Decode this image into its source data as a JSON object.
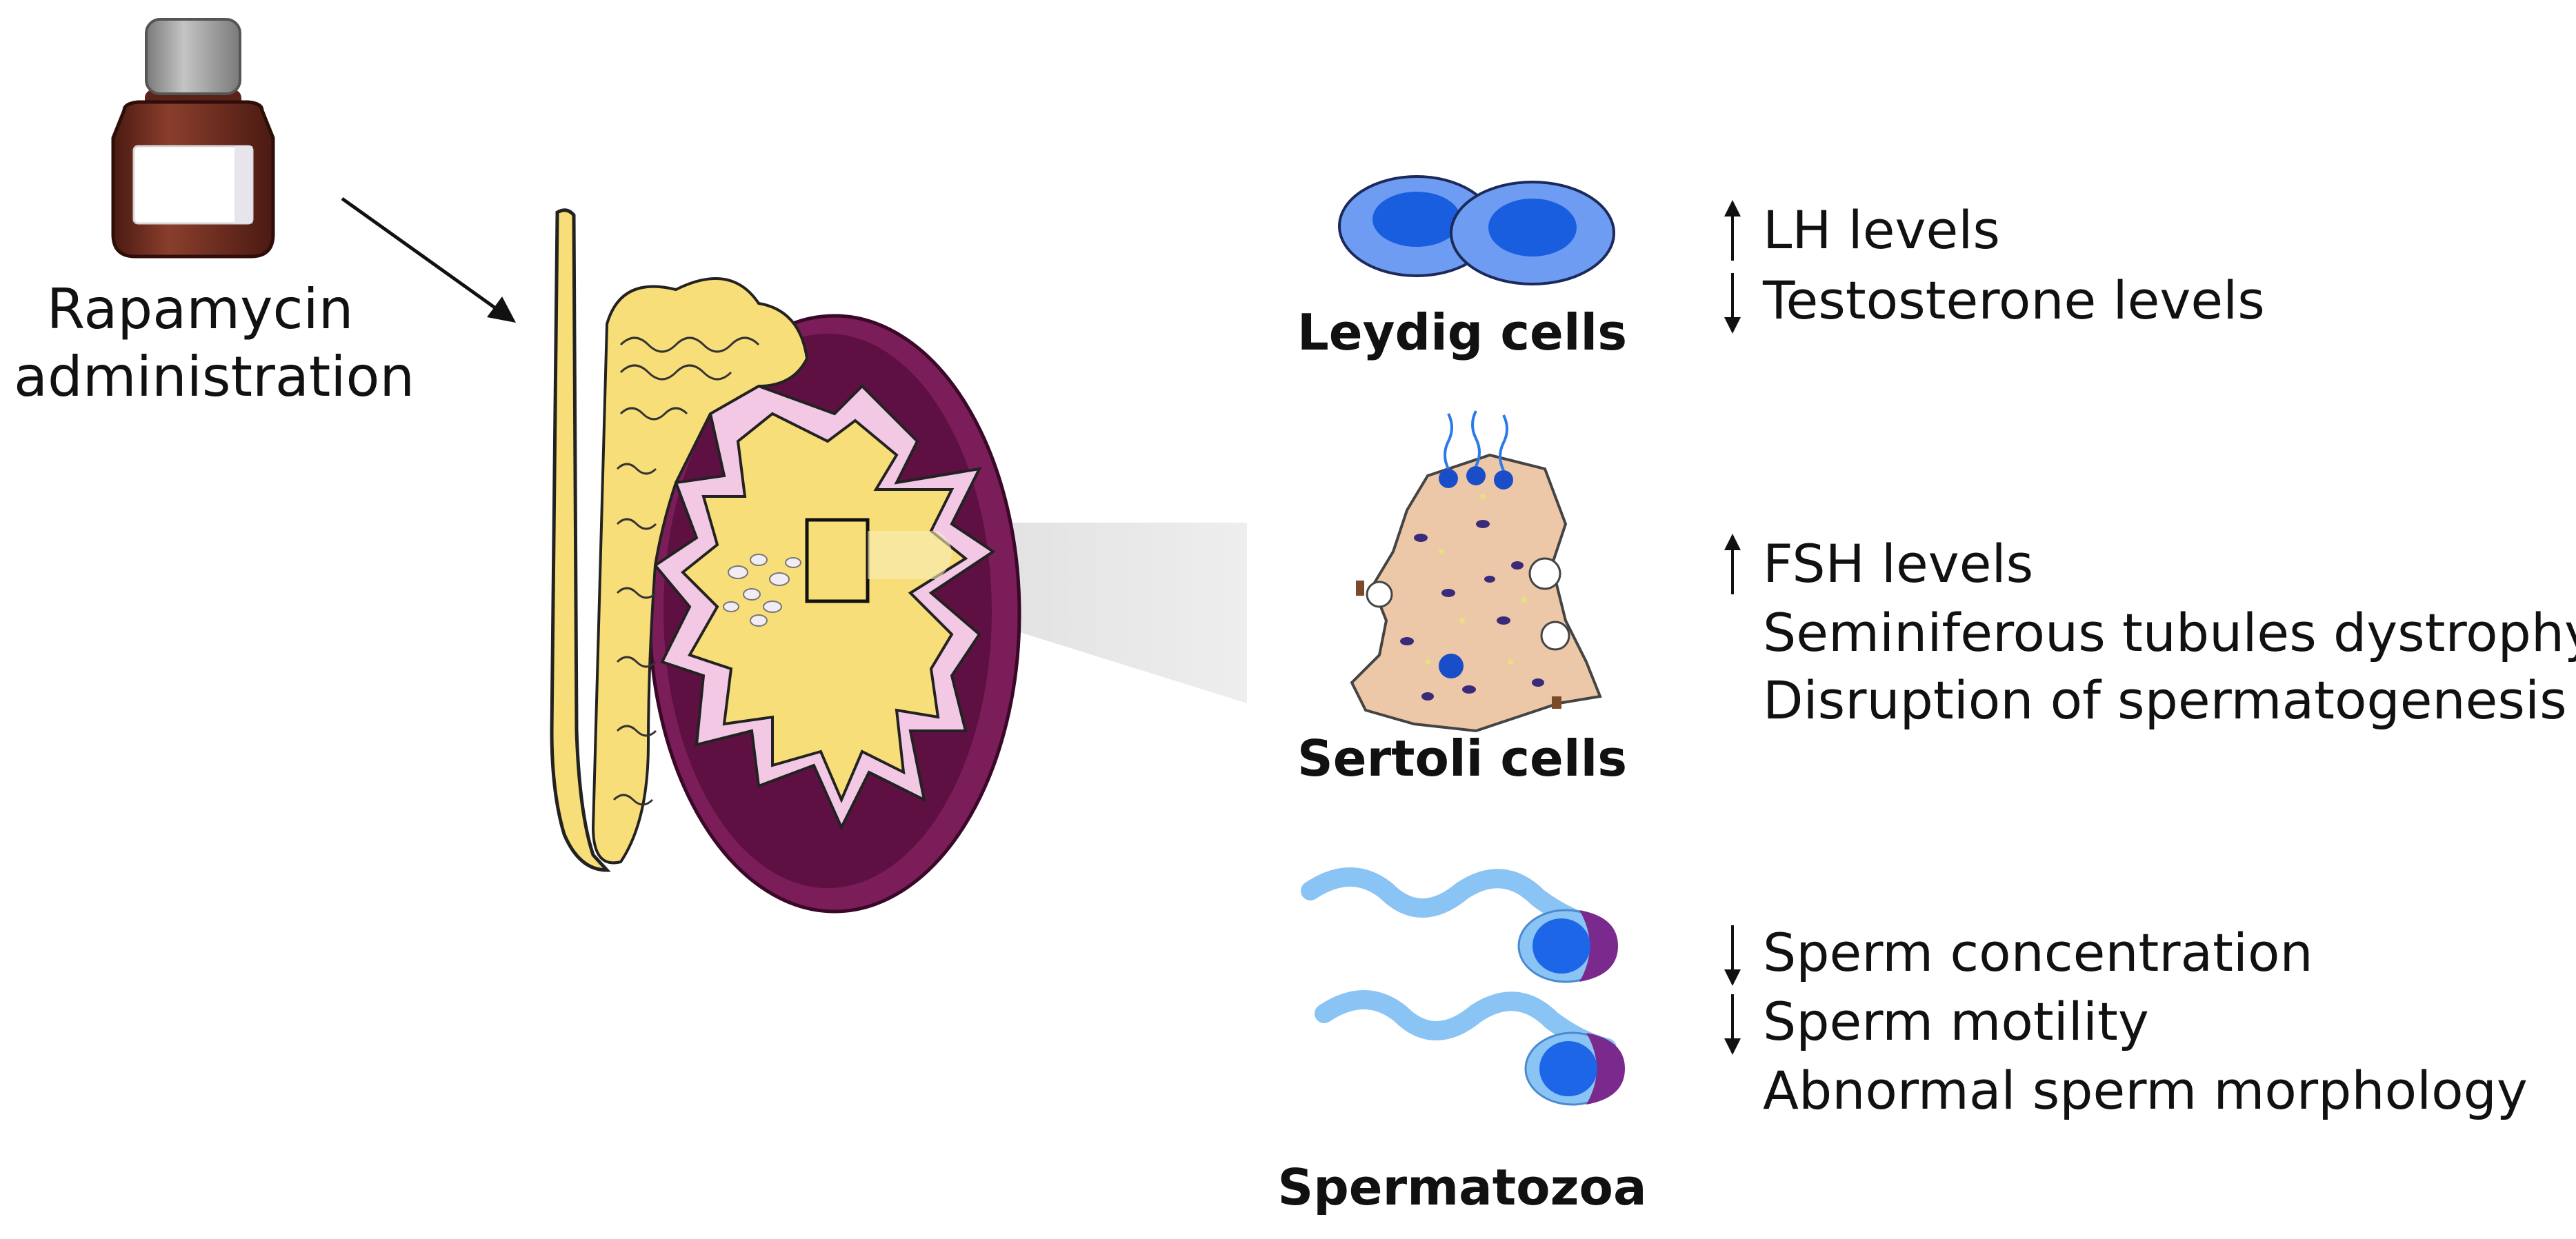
{
  "drug": {
    "line1": "Rapamycin",
    "line2": "administration"
  },
  "cells": [
    {
      "name": "Leydig cells",
      "effects": [
        {
          "arrow": "up",
          "text": "LH levels"
        },
        {
          "arrow": "down",
          "text": "Testosterone levels"
        }
      ]
    },
    {
      "name": "Sertoli cells",
      "effects": [
        {
          "arrow": "up",
          "text": "FSH levels"
        },
        {
          "arrow": "none",
          "text": "Seminiferous tubules dystrophy"
        },
        {
          "arrow": "none",
          "text": "Disruption of spermatogenesis"
        }
      ]
    },
    {
      "name": "Spermatozoa",
      "effects": [
        {
          "arrow": "down",
          "text": "Sperm concentration"
        },
        {
          "arrow": "down",
          "text": "Sperm motility"
        },
        {
          "arrow": "none",
          "text": "Abnormal sperm morphology"
        }
      ]
    }
  ],
  "colors": {
    "bottle_glass": "#6e2e22",
    "bottle_cap": "#9c9c9c",
    "testis_outer": "#7a1d58",
    "tubule_yellow": "#f8de78",
    "tubule_pink": "#f2c8e4",
    "leydig_cell": "#6e9cf2",
    "leydig_nucleus": "#1a5ee0",
    "sertoli_body": "#ecc8a8",
    "sperm_tail": "#8ac4f4",
    "sperm_head": "#1e66e8",
    "acrosome": "#7a2a8c"
  }
}
